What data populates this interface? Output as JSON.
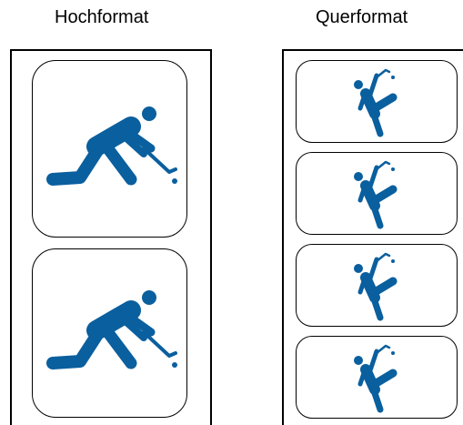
{
  "portrait": {
    "title": "Hochformat",
    "count": 2
  },
  "landscape": {
    "title": "Querformat",
    "count": 4
  },
  "icon": {
    "name": "field-hockey-player-icon",
    "color": "#0a5f9e"
  }
}
